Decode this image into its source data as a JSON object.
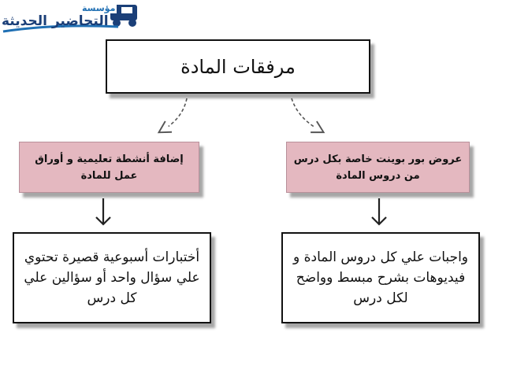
{
  "logo": {
    "subtitle": "مؤسسة",
    "name": "التحاضير الحديثة"
  },
  "diagram": {
    "root": "مرفقات المادة",
    "left_branch": {
      "category": "إضافة أنشطة تعليمية و أوراق عمل للمادة",
      "detail": "أختبارات أسبوعية قصيرة تحتوي علي سؤال واحد أو سؤالين علي كل درس"
    },
    "right_branch": {
      "category": "عروض بور بوينت خاصة بكل درس من دروس المادة",
      "detail": "واجبات علي كل دروس المادة و فيديوهات بشرح مبسط وواضح لكل درس"
    }
  },
  "colors": {
    "category_fill": "#e4b8c0",
    "logo_blue": "#1b3f78"
  }
}
